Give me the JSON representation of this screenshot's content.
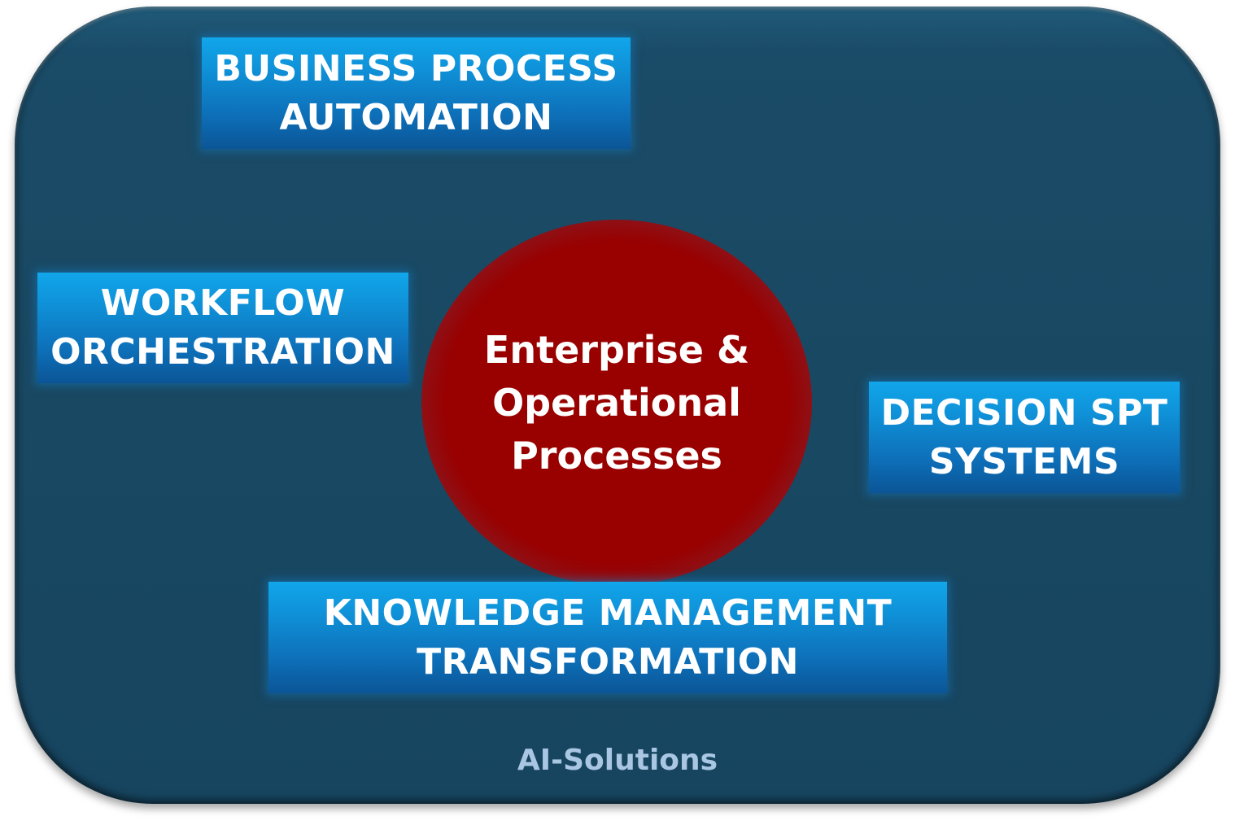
{
  "center": {
    "lines": [
      "Enterprise &",
      "Operational",
      "Processes"
    ]
  },
  "boxes": {
    "business_process_automation": {
      "lines": [
        "BUSINESS PROCESS",
        "AUTOMATION"
      ]
    },
    "workflow_orchestration": {
      "lines": [
        "WORKFLOW",
        "ORCHESTRATION"
      ]
    },
    "decision_support_systems": {
      "lines": [
        "DECISION SPT",
        "SYSTEMS"
      ]
    },
    "knowledge_management": {
      "lines": [
        "KNOWLEDGE MANAGEMENT",
        "TRANSFORMATION"
      ]
    }
  },
  "footer": {
    "label": "AI-Solutions"
  },
  "colors": {
    "panel": "#194862",
    "box_top": "#11a6ea",
    "box_bottom": "#0b5596",
    "core": "#990000",
    "footer_text": "#a9c6e3"
  }
}
